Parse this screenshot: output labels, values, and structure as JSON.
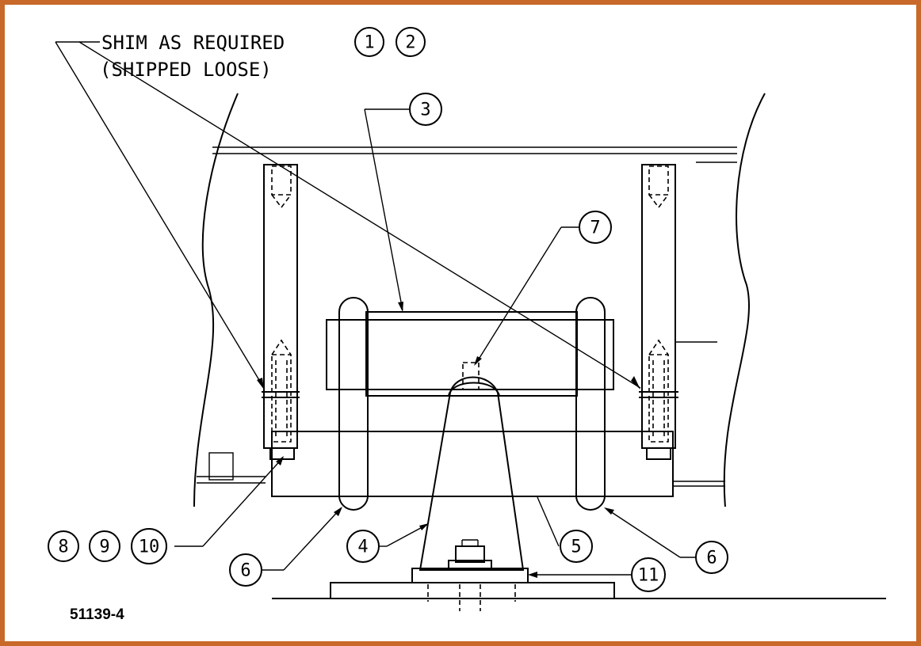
{
  "note": {
    "line1": "SHIM AS REQUIRED",
    "line2": "(SHIPPED LOOSE)"
  },
  "callouts": {
    "c1": "1",
    "c2": "2",
    "c3": "3",
    "c4": "4",
    "c5": "5",
    "c6a": "6",
    "c6b": "6",
    "c7": "7",
    "c8": "8",
    "c9": "9",
    "c10": "10",
    "c11": "11"
  },
  "drawing_number": "51139-4",
  "colors": {
    "frame": "#c8692a",
    "ink": "#000000"
  }
}
